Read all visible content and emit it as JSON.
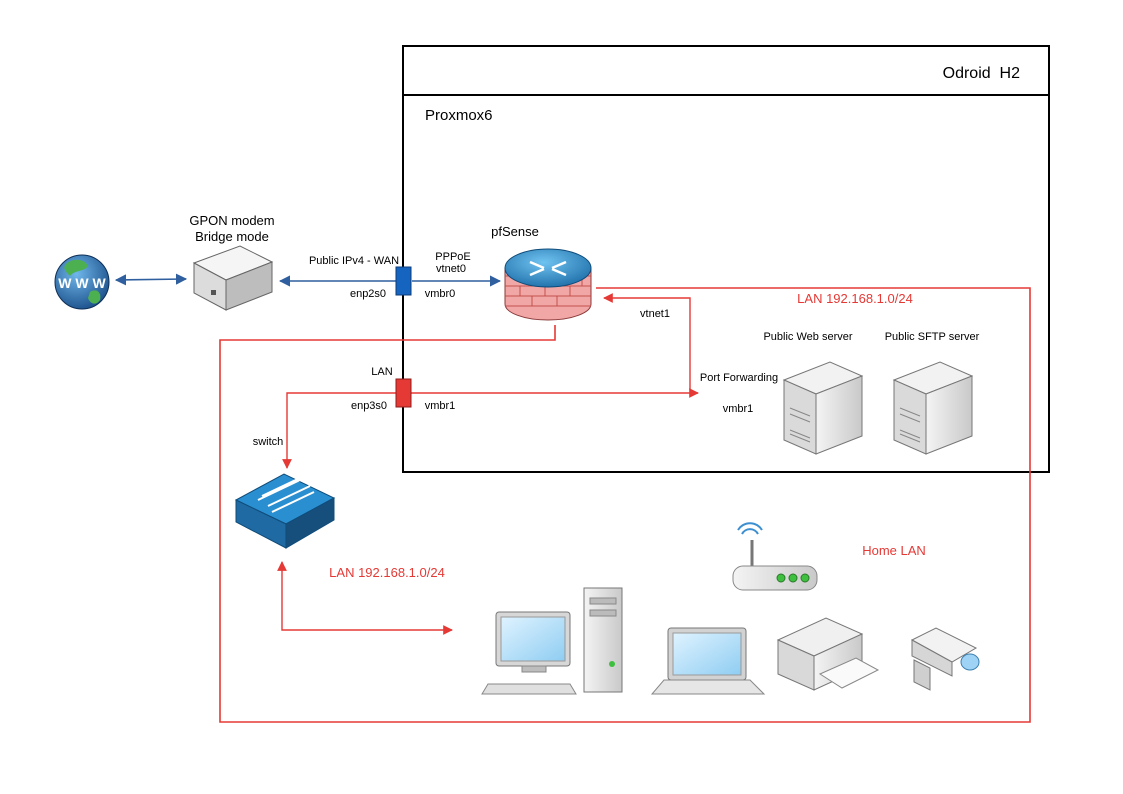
{
  "host_box": {
    "title": "Odroid  H2",
    "subtitle": "Proxmox6"
  },
  "nodes": {
    "internet": {
      "label": "W W W"
    },
    "modem": {
      "label_line1": "GPON modem",
      "label_line2": "Bridge mode"
    },
    "pfsense": {
      "label": "pfSense"
    },
    "switch": {
      "label": "switch"
    },
    "web_server": {
      "label": "Public Web server"
    },
    "sftp_server": {
      "label": "Public SFTP server"
    }
  },
  "links": {
    "wan_label": "Public IPv4 - WAN",
    "wan_nic": "enp2s0",
    "wan_bridge": "vmbr0",
    "pppoe": "PPPoE",
    "vtnet0": "vtnet0",
    "lan_label": "LAN",
    "lan_nic": "enp3s0",
    "lan_bridge": "vmbr1",
    "vtnet1": "vtnet1",
    "port_forwarding": "Port Forwarding",
    "dmz_bridge": "vmbr1"
  },
  "zones": {
    "lan_top": "LAN 192.168.1.0/24",
    "lan_bottom": "LAN 192.168.1.0/24",
    "home_lan": "Home LAN"
  },
  "colors": {
    "wan_link": "#2f5f9e",
    "lan_link": "#e53935",
    "zone_text": "#e53935",
    "box_border": "#000000"
  }
}
